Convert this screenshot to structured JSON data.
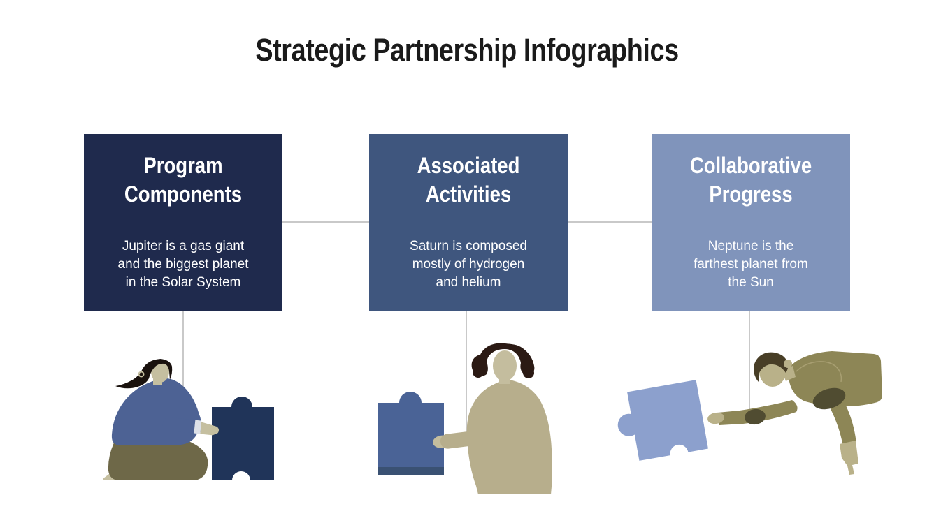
{
  "slide": {
    "title": "Strategic Partnership Infographics",
    "title_color": "#1a1a1a",
    "background": "#ffffff"
  },
  "cards": [
    {
      "heading": "Program\nComponents",
      "body": "Jupiter is a gas giant\nand the biggest planet\nin the Solar System",
      "bg": "#1f2a4d",
      "text_color": "#ffffff"
    },
    {
      "heading": "Associated\nActivities",
      "body": "Saturn is composed\nmostly of hydrogen\nand helium",
      "bg": "#3f567e",
      "text_color": "#ffffff"
    },
    {
      "heading": "Collaborative\nProgress",
      "body": "Neptune is the\nfarthest planet from\nthe Sun",
      "bg": "#8094bb",
      "text_color": "#ffffff"
    }
  ],
  "connectors": {
    "color": "#c9c9c9"
  },
  "illustrations": [
    {
      "name": "kneeling woman pushing navy puzzle piece"
    },
    {
      "name": "woman reaching blue puzzle piece"
    },
    {
      "name": "leaning person grabbing light blue puzzle piece"
    }
  ],
  "palette": {
    "puzzle1": "#203459",
    "puzzle2": "#4a6396",
    "puzzle2_shade": "#3a5173",
    "puzzle3": "#8ca0cd",
    "skin1": "#c5bfa0",
    "hair1": "#1a120e",
    "sweater": "#4d6294",
    "pants": "#6e6848",
    "cuff": "#dde1e8",
    "skin2": "#c4bd9e",
    "hair2": "#2b1a14",
    "dress": "#b7ae8c",
    "earring2": "#ffffff",
    "olive3": "#8d8656",
    "dark3": "#504c31",
    "skin3": "#b9b189",
    "hair3": "#483e26",
    "seam3": "#a89f72"
  }
}
